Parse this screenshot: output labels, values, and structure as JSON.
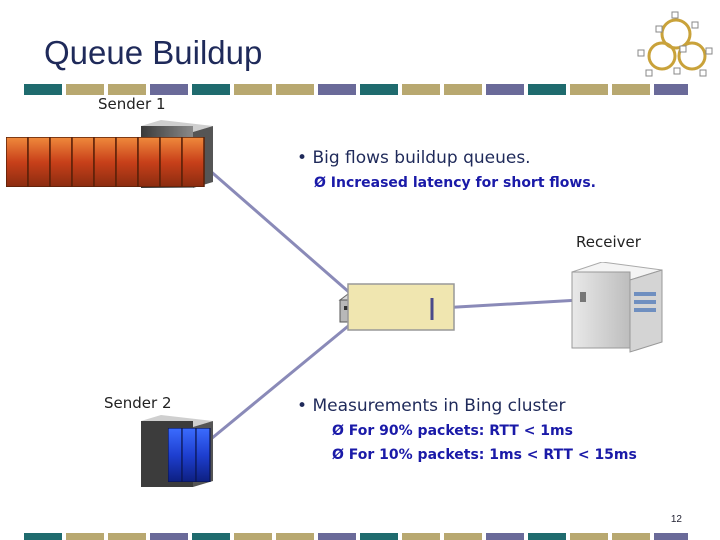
{
  "title": "Queue Buildup",
  "labels": {
    "sender1": "Sender 1",
    "sender2": "Sender 2",
    "receiver": "Receiver"
  },
  "bullets": [
    {
      "text": "Big flows buildup queues.",
      "subs": [
        "Increased latency for short flows."
      ]
    },
    {
      "text": "Measurements in Bing cluster",
      "subs": [
        "For 90% packets: RTT < 1ms",
        "For 10% packets: 1ms < RTT < 15ms"
      ]
    }
  ],
  "bullet_symbol": "•",
  "sub_symbol": "Ø",
  "page_number": "12",
  "colors": {
    "title": "#1f2a5a",
    "stripe_teal": "#1f6b6e",
    "stripe_tan": "#b8a870",
    "stripe_purple": "#6a6a99",
    "big_flow_packet": "#d2581c",
    "short_flow_packet": "#1e3fd0",
    "link": "#8a8ab8",
    "queue_fill": "#f0e6b0"
  },
  "icons": [
    "server-icon",
    "switch-icon",
    "network-logo-icon"
  ]
}
